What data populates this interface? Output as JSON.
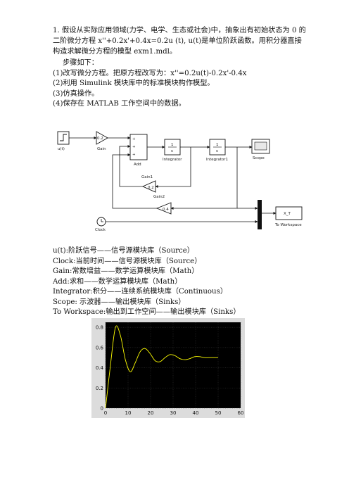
{
  "problem": {
    "intro": "1. 假设从实际应用领域(力学、电学、生态或社会)中，抽象出有初始状态为 0 的二阶微分方程 x''+0.2x'+0.4x=0.2u (t), u(t)是单位阶跃函数。用积分器直接构造求解微分方程的模型 exm1.mdl。",
    "steps_heading": "步骤如下：",
    "steps": [
      "(1)改写微分方程。把原方程改写为：x''=0.2u(t)-0.2x'-0.4x",
      "(2)利用 Simulink 模块库中的标准模块构作模型。",
      "(3)仿真操作。",
      "(4)保存在 MATLAB 工作空间中的数据。"
    ]
  },
  "model": {
    "blocks": {
      "step": "u(t)",
      "gain": "Gain",
      "gain_value": "0.2",
      "add": "Add",
      "integrator": "Integrator",
      "integrator1": "Integrator1",
      "int_num": "1",
      "int_den": "s",
      "scope": "Scope",
      "gain1": "Gain1",
      "gain1_value": "0.2",
      "gain2": "Gain2",
      "gain2_value": "0.4",
      "clock": "Clock",
      "to_workspace": "To Workspace",
      "to_workspace_var": "X_T"
    }
  },
  "legend": [
    "u(t):阶跃信号——信号源模块库（Source）",
    "Clock:当前时间——信号源模块库（Source）",
    "Gain:常数增益——数学运算模块库（Math）",
    "Add:求和——数学运算模块库（Math）",
    "Integrator:积分——连续系统模块库（Continuous）",
    "Scope:  示波器——输出模块库（Sinks）",
    "To Workspace:输出到工作空间——输出模块库（Sinks）"
  ],
  "colors": {
    "scope_background": "#000000",
    "scope_trace": "#ffff00",
    "scope_frame": "#dcdcdc"
  },
  "chart_data": {
    "type": "line",
    "x": [
      0,
      2.2,
      4.4,
      6.6,
      8.8,
      11,
      13.2,
      15.4,
      17.6,
      19.8,
      22,
      24.2,
      26.4,
      28.6,
      30.8,
      33,
      35.2,
      37.4,
      39.6,
      41.8,
      44,
      46.2,
      48.4,
      50
    ],
    "series": [
      {
        "values": [
          0,
          0.43,
          0.8,
          0.72,
          0.48,
          0.36,
          0.45,
          0.56,
          0.59,
          0.54,
          0.47,
          0.46,
          0.5,
          0.53,
          0.52,
          0.49,
          0.48,
          0.49,
          0.51,
          0.51,
          0.5,
          0.5,
          0.5,
          0.5
        ]
      }
    ],
    "xticks": [
      "0",
      "10",
      "20",
      "30",
      "40",
      "50",
      "60"
    ],
    "yticks": [
      "0",
      "0.2",
      "0.4",
      "0.6",
      "0.8"
    ],
    "xlim": [
      0,
      60
    ],
    "ylim": [
      0,
      0.85
    ],
    "grid": true
  }
}
